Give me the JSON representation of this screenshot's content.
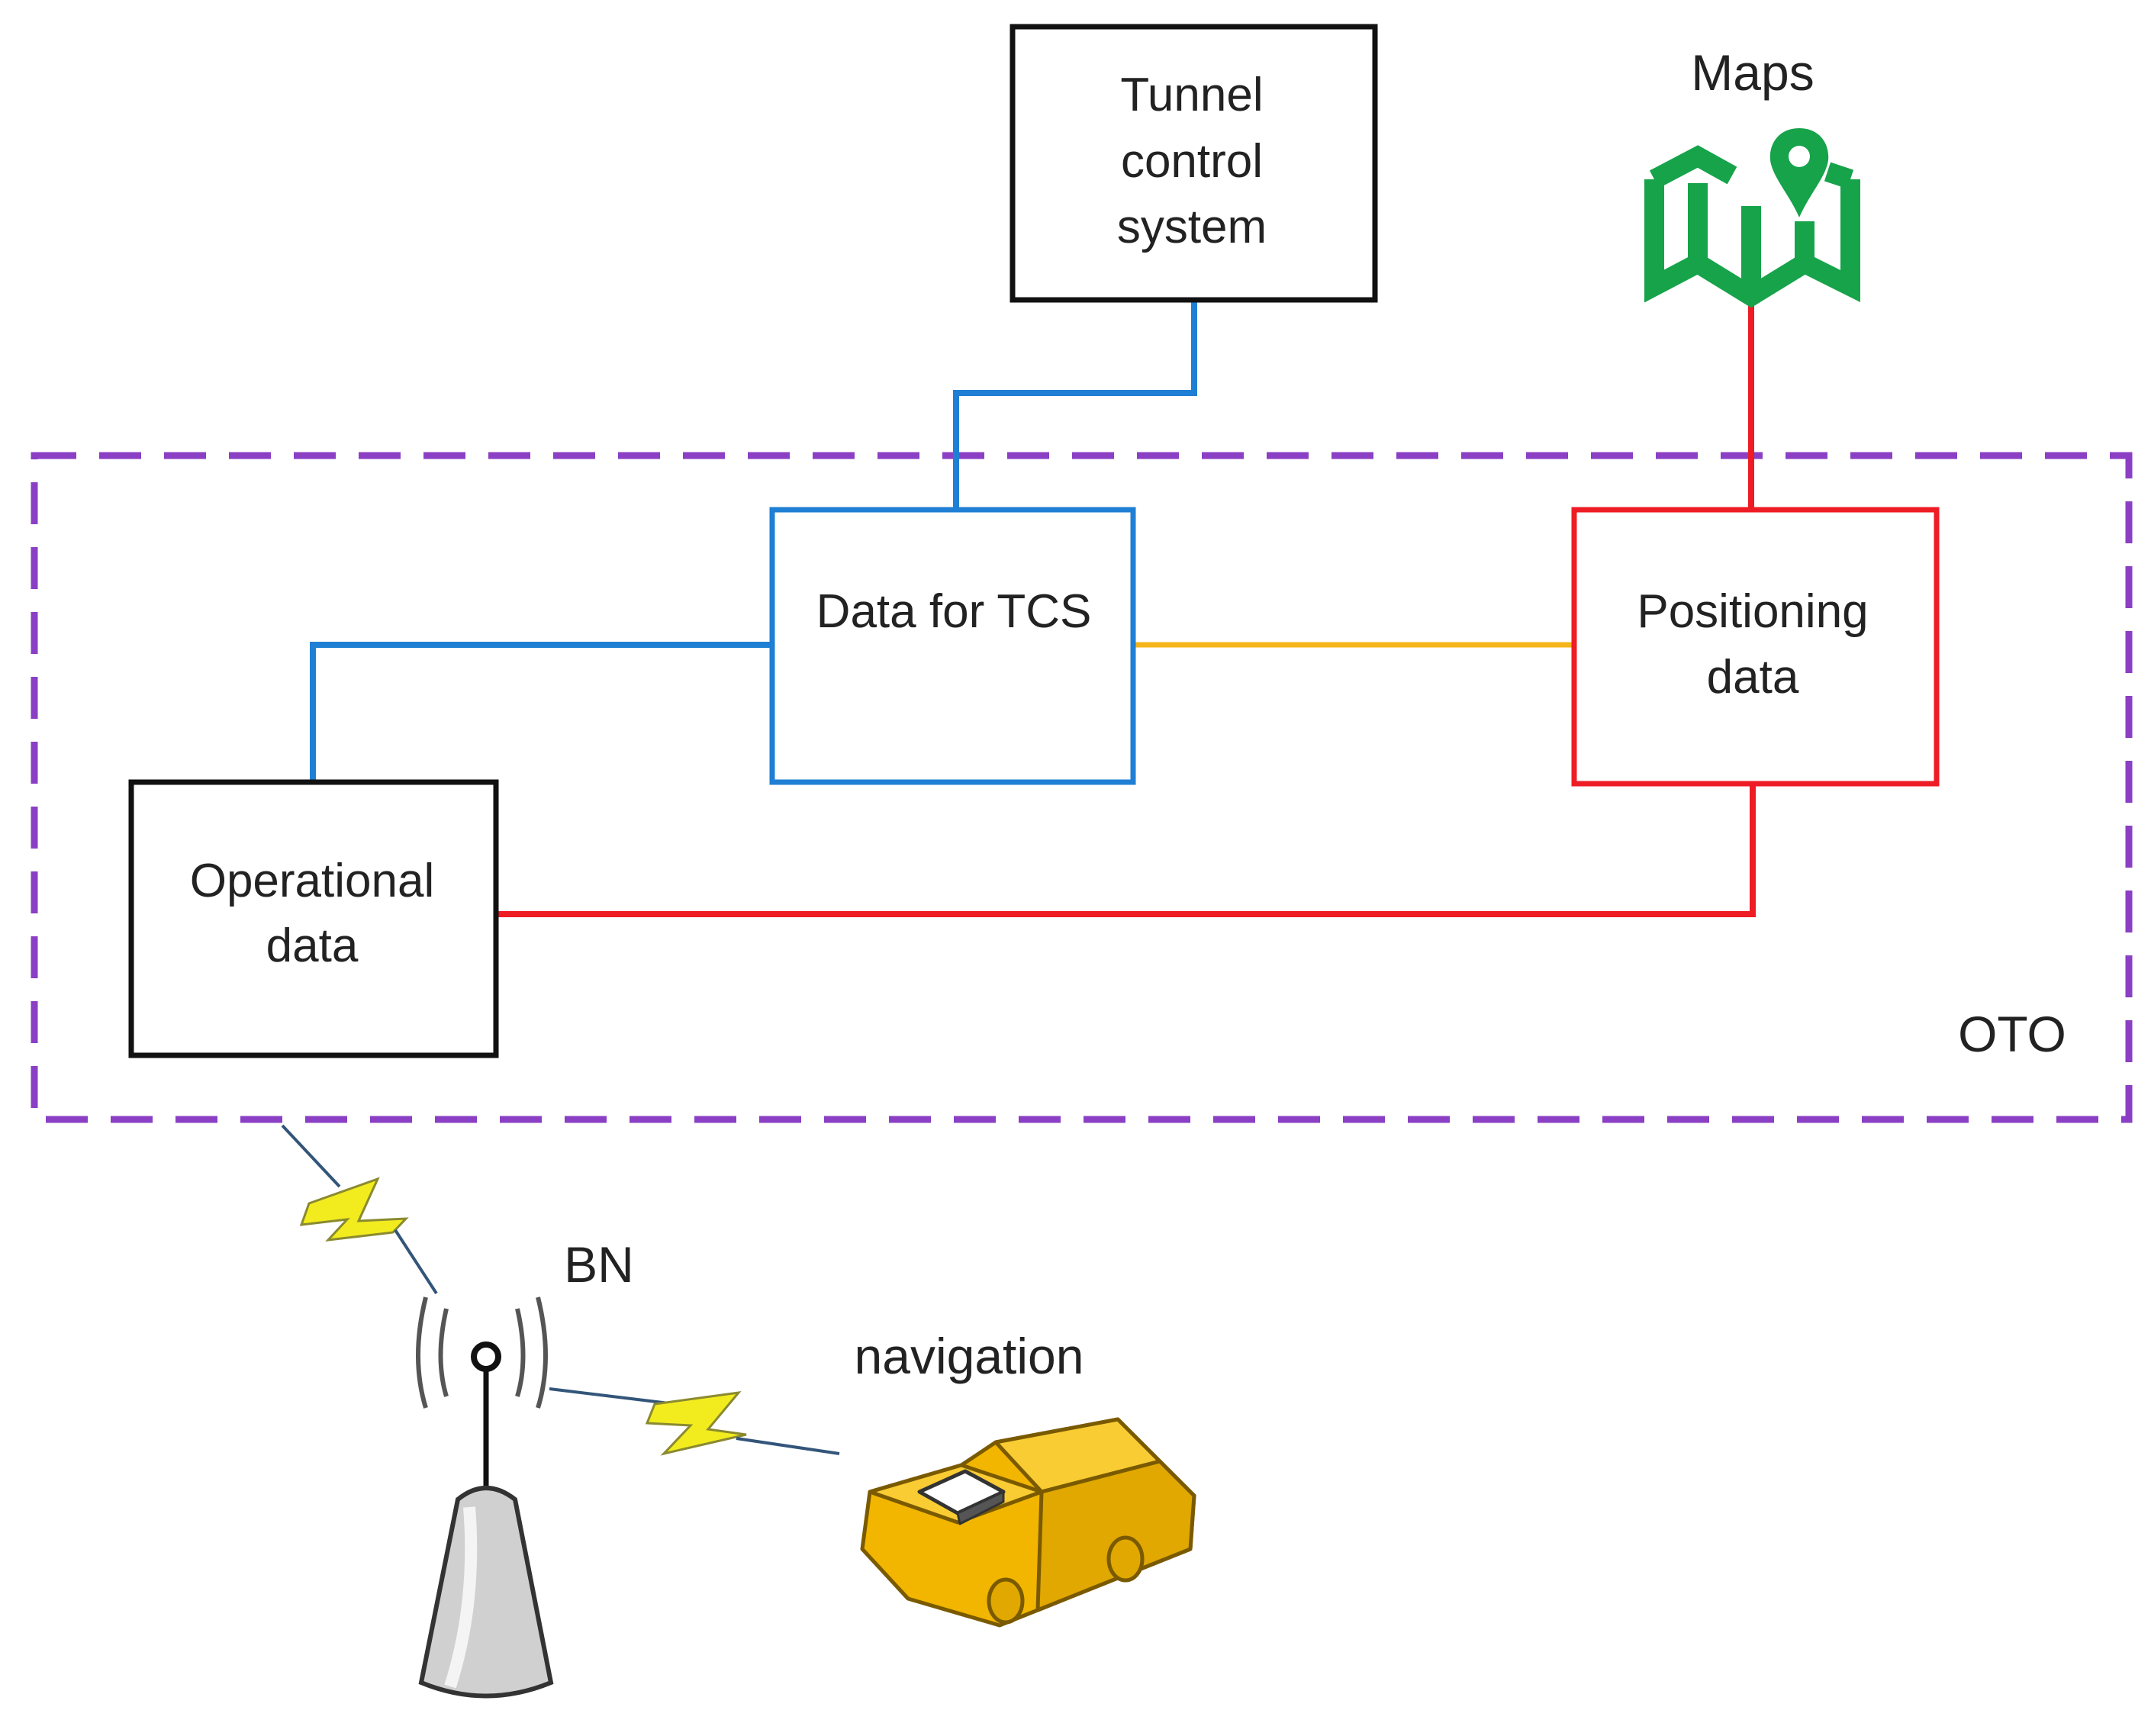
{
  "diagram": {
    "boxes": {
      "tunnel_control": {
        "lines": [
          "Tunnel",
          "control",
          "system"
        ],
        "border_color": "#111111"
      },
      "data_for_tcs": {
        "lines": [
          "Data for TCS"
        ],
        "border_color": "#1f7fd4"
      },
      "positioning": {
        "lines": [
          "Positioning",
          "data"
        ],
        "border_color": "#ee1c24"
      },
      "operational": {
        "lines": [
          "Operational",
          "data"
        ],
        "border_color": "#111111"
      }
    },
    "labels": {
      "maps": "Maps",
      "oto": "OTO",
      "bn": "BN",
      "navigation": "navigation"
    },
    "connector_colors": {
      "blue": "#1f7fd4",
      "red": "#ee1c24",
      "orange": "#f5b51b",
      "purple_dashed": "#8a3fc4"
    },
    "icons": {
      "maps": "map-pin-icon",
      "antenna": "antenna-tower-icon",
      "car": "car-icon",
      "lightning": "lightning-bolt-icon"
    },
    "icon_colors": {
      "maps_green": "#16a34a",
      "lightning_yellow": "#f2ec1e",
      "car_gold": "#f2b600"
    }
  }
}
